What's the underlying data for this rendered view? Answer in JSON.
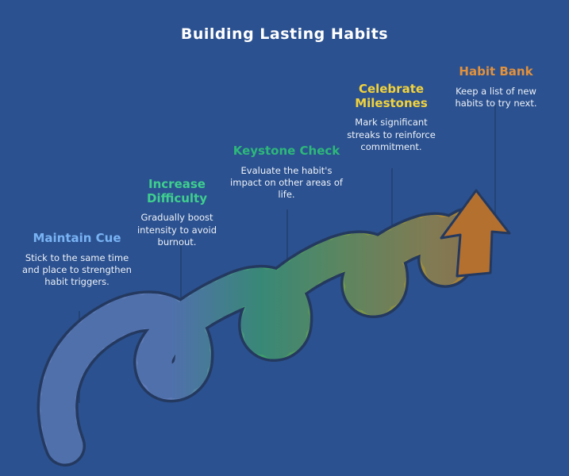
{
  "title": "Building Lasting Habits",
  "background_color": "#2b5190",
  "stages": [
    {
      "title": "Maintain Cue",
      "color": "#79b3f4",
      "description": "Stick to the same time and place to strengthen habit triggers."
    },
    {
      "title": "Increase Difficulty",
      "color": "#3ecf8e",
      "description": "Gradually boost intensity to avoid burnout."
    },
    {
      "title": "Keystone Check",
      "color": "#2db87a",
      "description": "Evaluate the habit's impact on other areas of life."
    },
    {
      "title": "Celebrate Milestones",
      "color": "#f2d23b",
      "description": "Mark significant streaks to reinforce commitment."
    },
    {
      "title": "Habit Bank",
      "color": "#e2913c",
      "description": "Keep a list of new habits to try next."
    }
  ],
  "ribbon": {
    "colors": [
      "#5f7cb8",
      "#3e9d6d",
      "#6f9a4e",
      "#a38a3c",
      "#b4702f"
    ],
    "outline_color": "#24395f",
    "arrow_color": "#b4702f"
  }
}
